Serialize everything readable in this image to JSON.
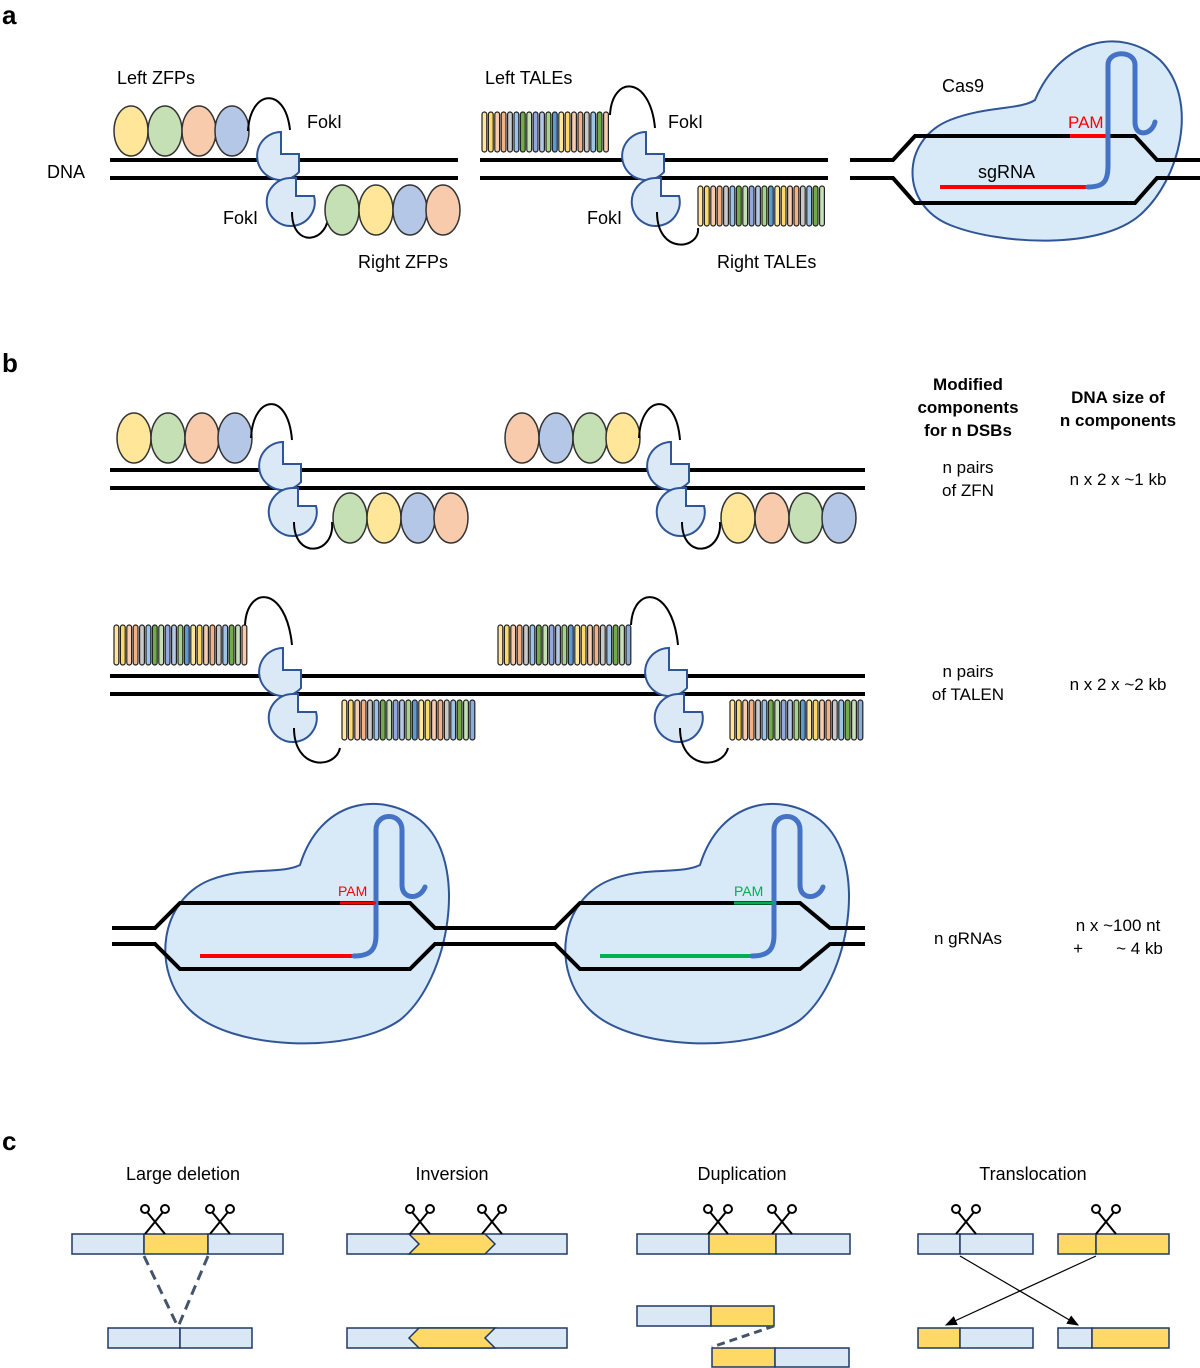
{
  "panels": {
    "a": "a",
    "b": "b",
    "c": "c"
  },
  "panel_a": {
    "dna": "DNA",
    "left_zfps": "Left ZFPs",
    "right_zfps": "Right ZFPs",
    "left_tales": "Left TALEs",
    "right_tales": "Right TALEs",
    "foki": "FokI",
    "cas9": "Cas9",
    "pam": "PAM",
    "sgrna": "sgRNA"
  },
  "panel_b": {
    "col1_header": [
      "Modified",
      "components",
      "for n DSBs"
    ],
    "col2_header": [
      "DNA size of",
      "n components"
    ],
    "rows": [
      {
        "components": [
          "n pairs",
          "of ZFN"
        ],
        "size": [
          "n x 2 x ~1 kb"
        ]
      },
      {
        "components": [
          "n pairs",
          "of TALEN"
        ],
        "size": [
          "n x 2 x ~2 kb"
        ]
      },
      {
        "components": [
          "n gRNAs"
        ],
        "size": [
          "n x ~100 nt",
          "+       ~ 4 kb"
        ]
      }
    ],
    "pam": "PAM"
  },
  "panel_c": {
    "titles": [
      "Large deletion",
      "Inversion",
      "Duplication",
      "Translocation"
    ]
  },
  "colors": {
    "zfp": [
      "#ffe699",
      "#c5e0b4",
      "#f8cbad",
      "#b4c7e7"
    ],
    "tale": [
      "#b4c7e7",
      "#f8cbad",
      "#c5e0b4",
      "#ffe699",
      "#9dc3e6",
      "#a9d18e",
      "#f4b183",
      "#8faadc",
      "#ffd966",
      "#70ad47",
      "#5b9bd5",
      "#c9c9c9"
    ],
    "sgrna_red": "#ff0000",
    "sgrna_green": "#00b050",
    "cas9_fill": "#d8e9f7",
    "rna_blue": "#4472c4",
    "segment_blue": "#dae8f5",
    "segment_yellow": "#ffd966"
  },
  "icons": [
    "scissors-icon"
  ]
}
